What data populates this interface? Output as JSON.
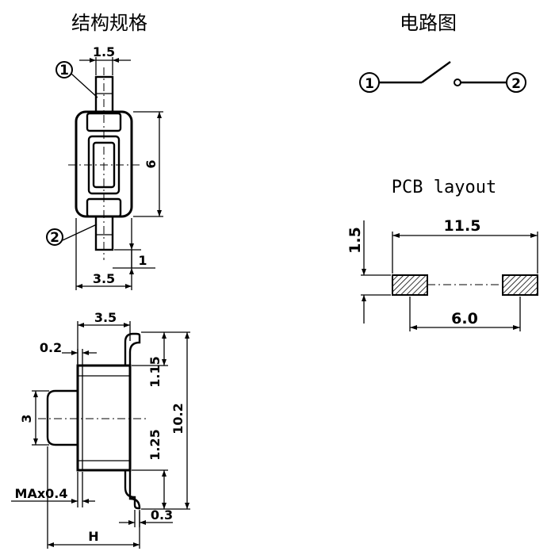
{
  "titles": {
    "structure": "结构规格",
    "circuit": "电路图",
    "pcb": "PCB layout"
  },
  "top_view": {
    "dim_width_top": "1.5",
    "dim_height": "6",
    "dim_offset": "1",
    "dim_width_bottom": "3.5",
    "marker_1": "1",
    "marker_2": "2"
  },
  "side_view": {
    "dim_top": "3.5",
    "dim_gap": "0.2",
    "dim_upper": "1.15",
    "dim_lower": "1.25",
    "dim_total": "10.2",
    "dim_actuator": "3",
    "dim_max": "MAx0.4",
    "dim_thickness": "0.3",
    "dim_h": "H"
  },
  "circuit": {
    "terminal_1": "1",
    "terminal_2": "2"
  },
  "pcb_layout": {
    "dim_pitch_outer": "11.5",
    "dim_pad_height": "1.5",
    "dim_pitch_inner": "6.0"
  }
}
